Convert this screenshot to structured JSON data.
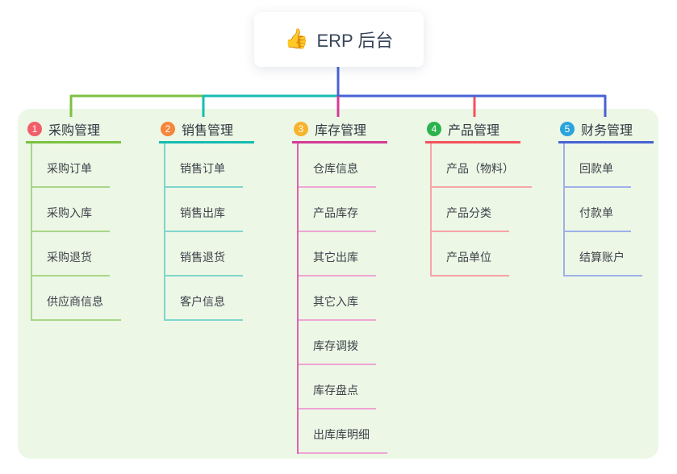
{
  "root": {
    "emoji": "👍",
    "title": "ERP 后台"
  },
  "panel": {
    "bg_color": "#ecf7e6"
  },
  "root_stem_color": "#4862d4",
  "branches": [
    {
      "badge": "1",
      "label": "采购管理",
      "badge_color": "#f25e68",
      "line_color": "#7cc142",
      "trunk_color": "#a9d687",
      "child_line_color": "#a9d687",
      "children": [
        "采购订单",
        "采购入库",
        "采购退货",
        "供应商信息"
      ]
    },
    {
      "badge": "2",
      "label": "销售管理",
      "badge_color": "#f6863b",
      "line_color": "#15bdb2",
      "trunk_color": "#7fd6cc",
      "child_line_color": "#7fd6cc",
      "children": [
        "销售订单",
        "销售出库",
        "销售退货",
        "客户信息"
      ]
    },
    {
      "badge": "3",
      "label": "库存管理",
      "badge_color": "#f7b32b",
      "line_color": "#d23c96",
      "trunk_color": "#e161ae",
      "child_line_color": "#efa6d3",
      "children": [
        "仓库信息",
        "产品库存",
        "其它出库",
        "其它入库",
        "库存调拨",
        "库存盘点",
        "出库库明细"
      ]
    },
    {
      "badge": "4",
      "label": "产品管理",
      "badge_color": "#2cb34e",
      "line_color": "#f4525e",
      "trunk_color": "#f8a3a8",
      "child_line_color": "#f8a3a8",
      "children": [
        "产品（物料）",
        "产品分类",
        "产品单位"
      ]
    },
    {
      "badge": "5",
      "label": "财务管理",
      "badge_color": "#2ba4dc",
      "line_color": "#4862d4",
      "trunk_color": "#9fb0e8",
      "child_line_color": "#9fb0e8",
      "children": [
        "回款单",
        "付款单",
        "结算账户"
      ]
    }
  ]
}
